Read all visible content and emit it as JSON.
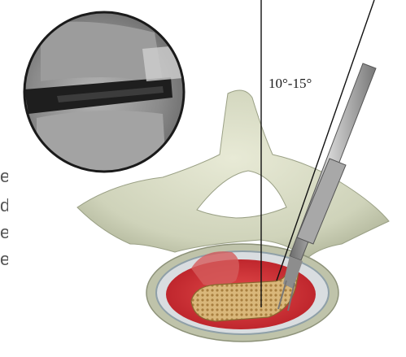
{
  "figure": {
    "angle_label": "10°-15°",
    "cut_text_lines": [
      "e",
      "d",
      "e",
      "e"
    ]
  }
}
